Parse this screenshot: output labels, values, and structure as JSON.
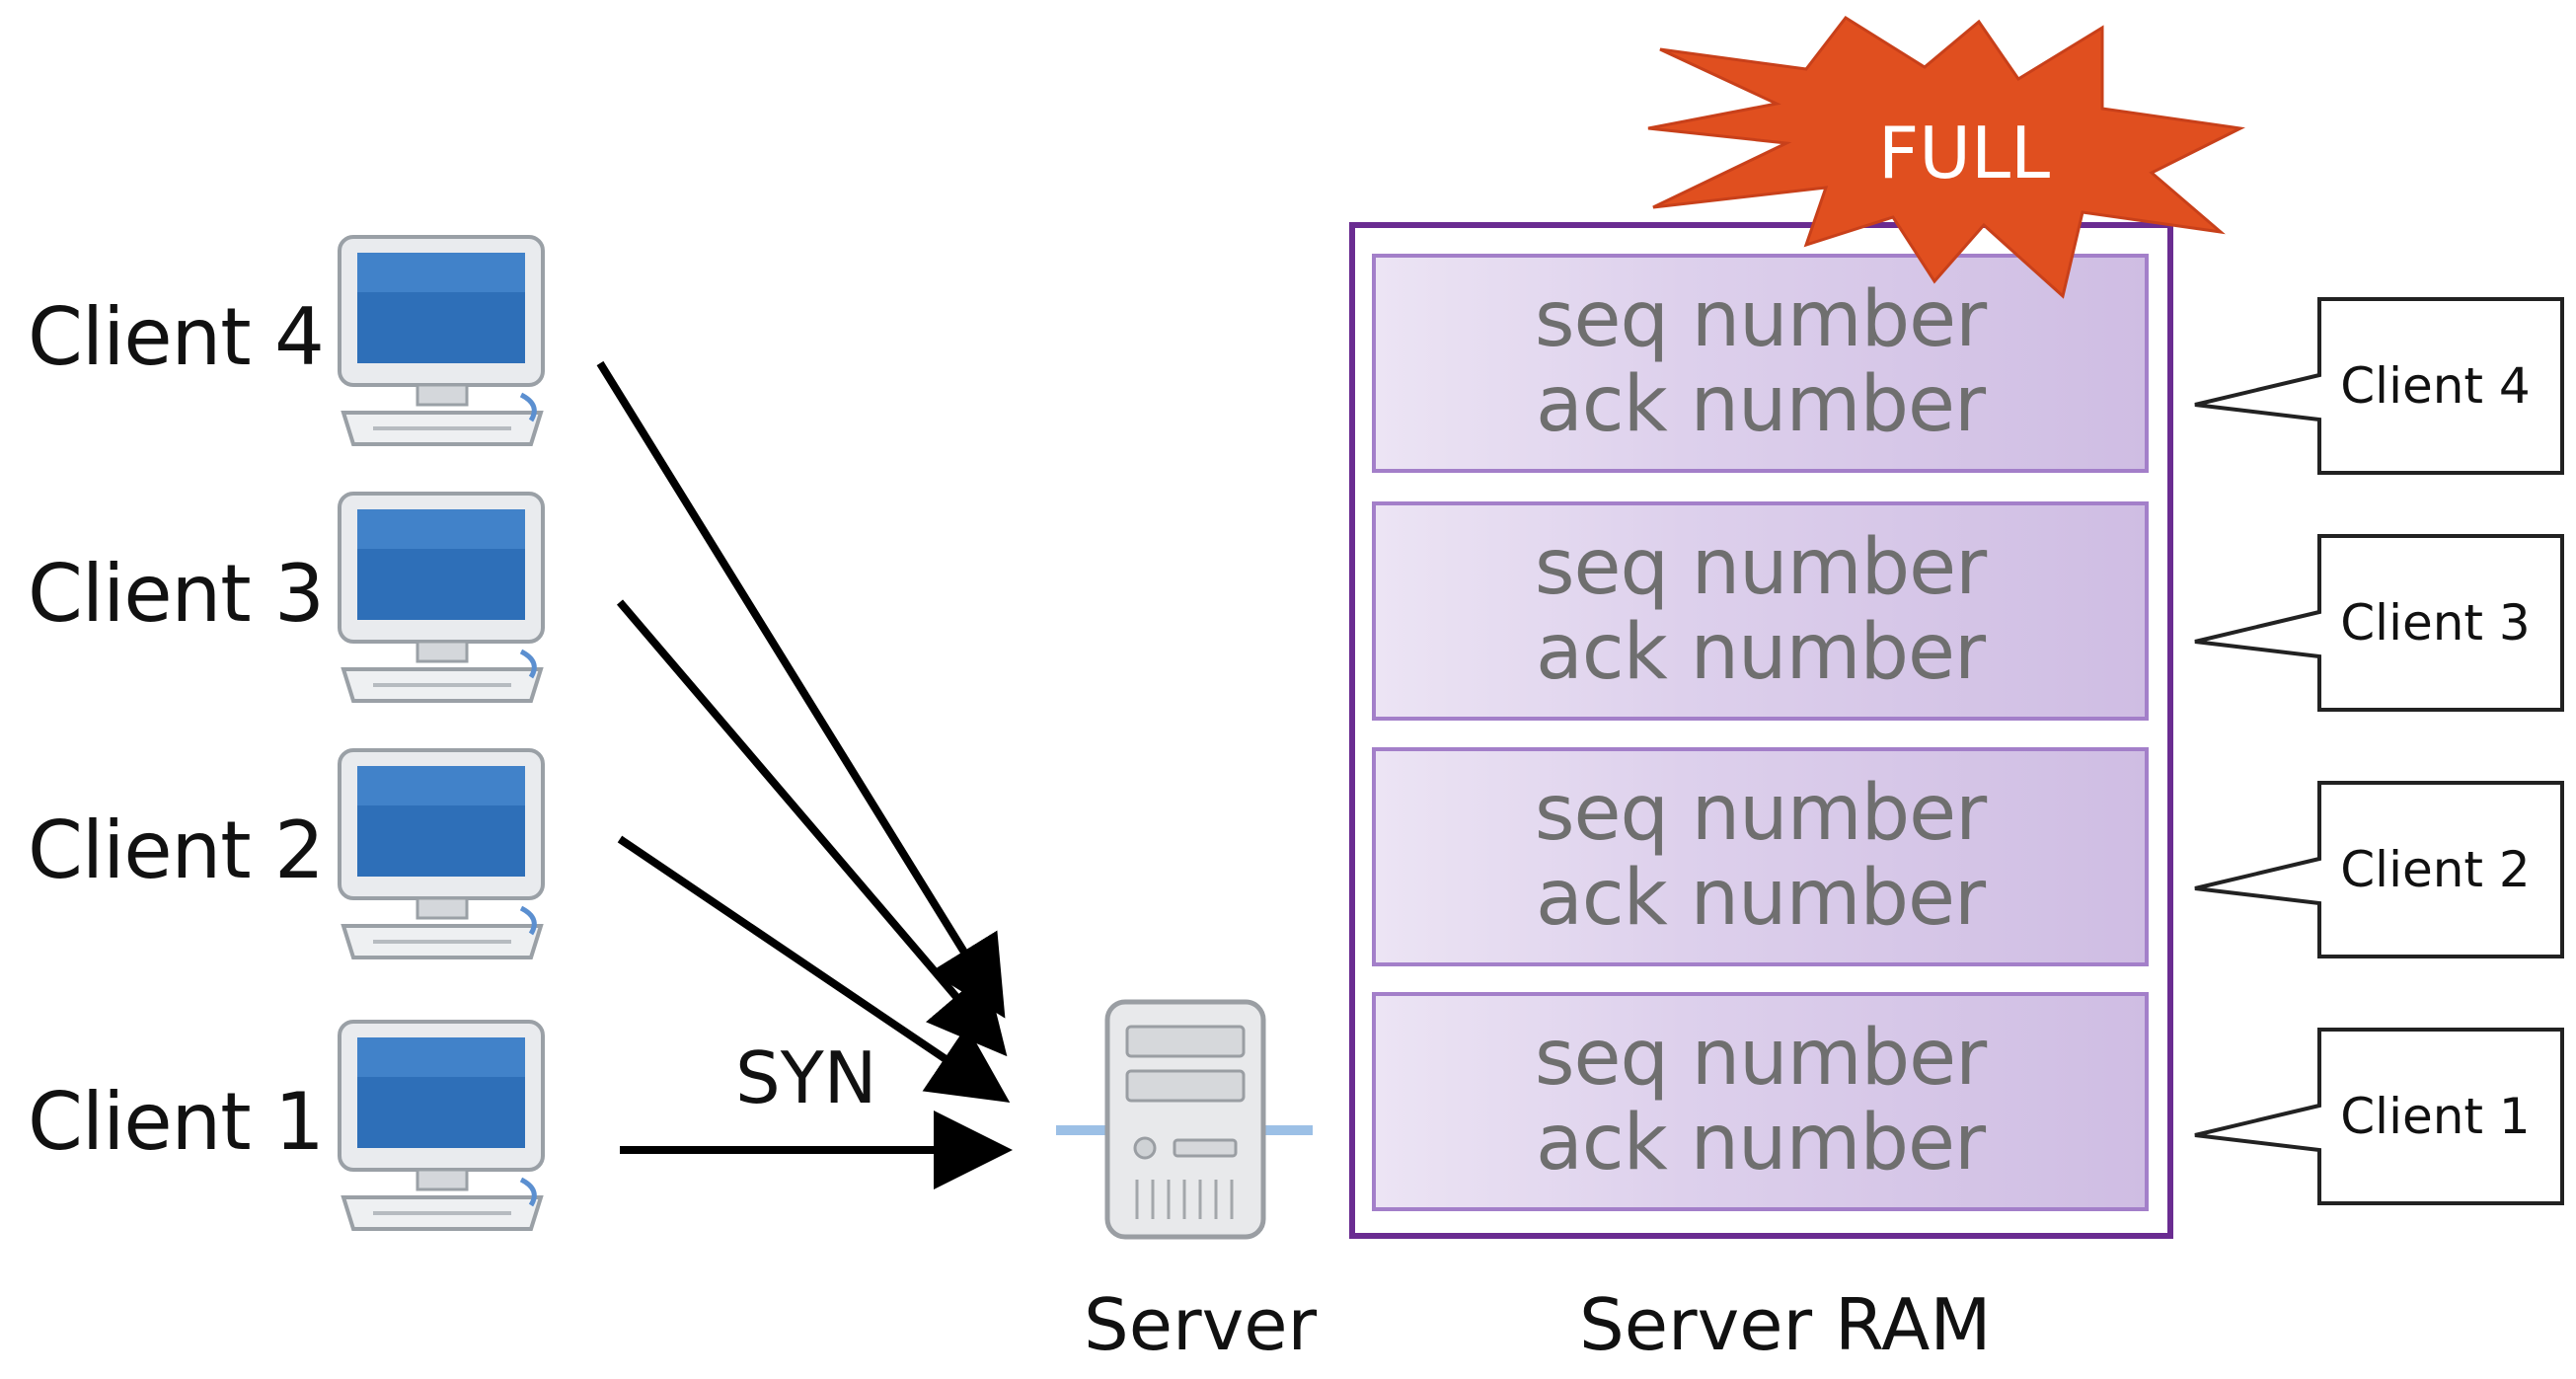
{
  "clients": [
    {
      "name": "Client 4"
    },
    {
      "name": "Client 3"
    },
    {
      "name": "Client 2"
    },
    {
      "name": "Client 1"
    }
  ],
  "syn_label": "SYN",
  "server_label": "Server",
  "ram_label": "Server RAM",
  "full_label": "FULL",
  "ram_slots": [
    {
      "seq": "seq number",
      "ack": "ack number",
      "owner": "Client 4"
    },
    {
      "seq": "seq number",
      "ack": "ack number",
      "owner": "Client 3"
    },
    {
      "seq": "seq number",
      "ack": "ack number",
      "owner": "Client 2"
    },
    {
      "seq": "seq number",
      "ack": "ack number",
      "owner": "Client 1"
    }
  ],
  "colors": {
    "ram_border": "#6a2c91",
    "slot_border": "#a37fc9",
    "burst_fill": "#e04f1f",
    "monitor_screen": "#2e6fb8"
  },
  "icons": {
    "client": "desktop-computer-icon",
    "server": "server-tower-icon",
    "full": "explosion-burst-icon"
  }
}
